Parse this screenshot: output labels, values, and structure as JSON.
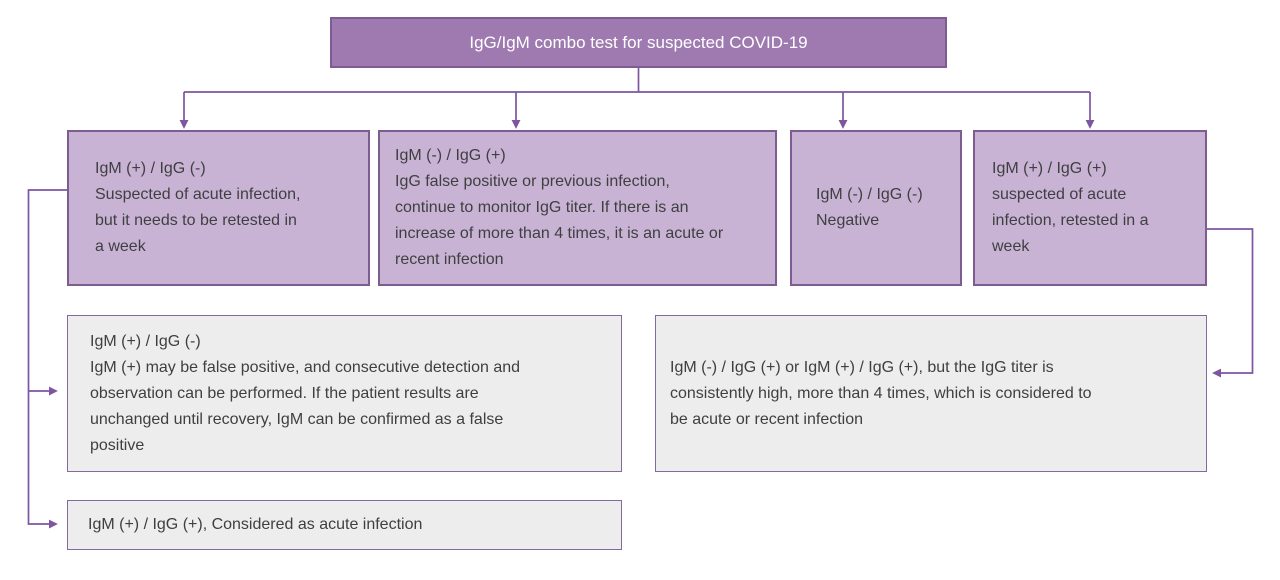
{
  "title": "IgG/IgM combo test flowchart for suspected COVID-19",
  "colors": {
    "header_fill": "#9f7ab1",
    "node_border": "#7d5c92",
    "branch_fill": "#c8b3d4",
    "result_fill": "#ededee",
    "result_border": "#8668a0",
    "connector": "#7d55a0",
    "text": "#3f3f41",
    "header_text": "#ffffff"
  },
  "header": {
    "label": "IgG/IgM combo test for suspected COVID-19"
  },
  "branches": [
    {
      "title": "IgM (+) / IgG (-)",
      "body": "Suspected of acute infection, but it needs to be retested in a week"
    },
    {
      "title": "IgM (-) / IgG (+)",
      "body": "IgG false positive or previous infection, continue to monitor IgG titer. If there is an increase of more than 4 times, it is an acute or recent infection"
    },
    {
      "title": "IgM (-) / IgG (-)",
      "body": "Negative"
    },
    {
      "title": "IgM (+) / IgG (+)",
      "body": "suspected of acute infection, retested in a week"
    }
  ],
  "results": [
    {
      "title": "IgM (+) / IgG (-)",
      "body": "IgM (+) may be false positive, and consecutive detection and observation can be performed. If the patient results are unchanged until recovery, IgM can be confirmed as a false positive"
    },
    {
      "title": "",
      "body": "IgM (-) / IgG (+) or IgM (+) / IgG (+), but the IgG titer is consistently high, more than 4 times, which is considered to be acute or recent infection"
    },
    {
      "title": "",
      "body": "IgM (+) / IgG (+), Considered as acute infection"
    }
  ]
}
